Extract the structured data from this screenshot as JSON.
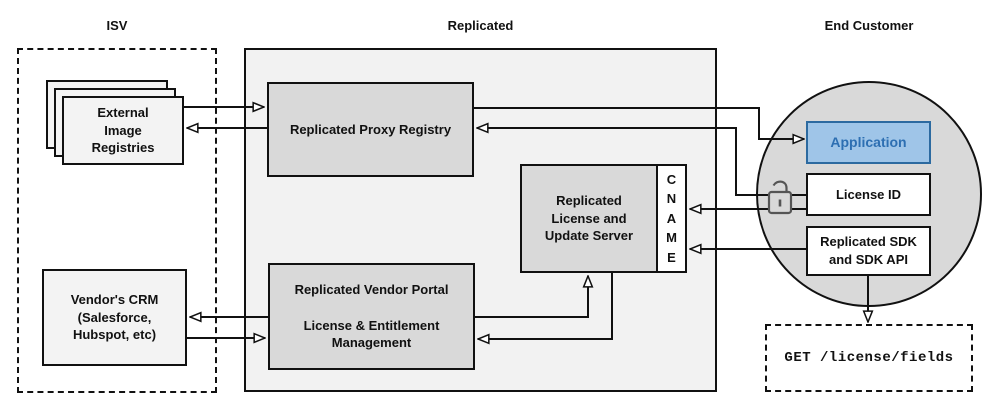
{
  "headers": {
    "isv": "ISV",
    "replicated": "Replicated",
    "end_customer": "End Customer"
  },
  "nodes": {
    "external_image_registries": {
      "lines": [
        "External",
        "Image",
        "Registries"
      ]
    },
    "vendors_crm": {
      "lines": [
        "Vendor's CRM",
        "(Salesforce,",
        "Hubspot, etc)"
      ]
    },
    "proxy_registry": {
      "label": "Replicated Proxy Registry"
    },
    "license_update_server": {
      "lines": [
        "Replicated",
        "License and",
        "Update Server"
      ]
    },
    "cname": {
      "letters": [
        "C",
        "N",
        "A",
        "M",
        "E"
      ]
    },
    "vendor_portal": {
      "title": "Replicated Vendor Portal",
      "lines": [
        "License & Entitlement",
        "Management"
      ]
    },
    "application": {
      "label": "Application"
    },
    "license_id": {
      "label": "License ID"
    },
    "replicated_sdk": {
      "lines": [
        "Replicated SDK",
        "and SDK API"
      ]
    },
    "get_license_fields": {
      "label": "GET /license/fields"
    }
  },
  "icons": {
    "lock_icon": "open-padlock"
  },
  "colors": {
    "container_fill": "#f2f2f2",
    "node_fill_gray": "#d9d9d9",
    "node_fill_light": "#f3f3f3",
    "circle_fill": "#d9d9d9",
    "line_color": "#111111",
    "app_fill": "#9fc5e8",
    "app_border": "#2c6aa0",
    "app_text": "#2d6fb2",
    "lock_stroke": "#555555",
    "arrow_fill": "#ffffff"
  }
}
